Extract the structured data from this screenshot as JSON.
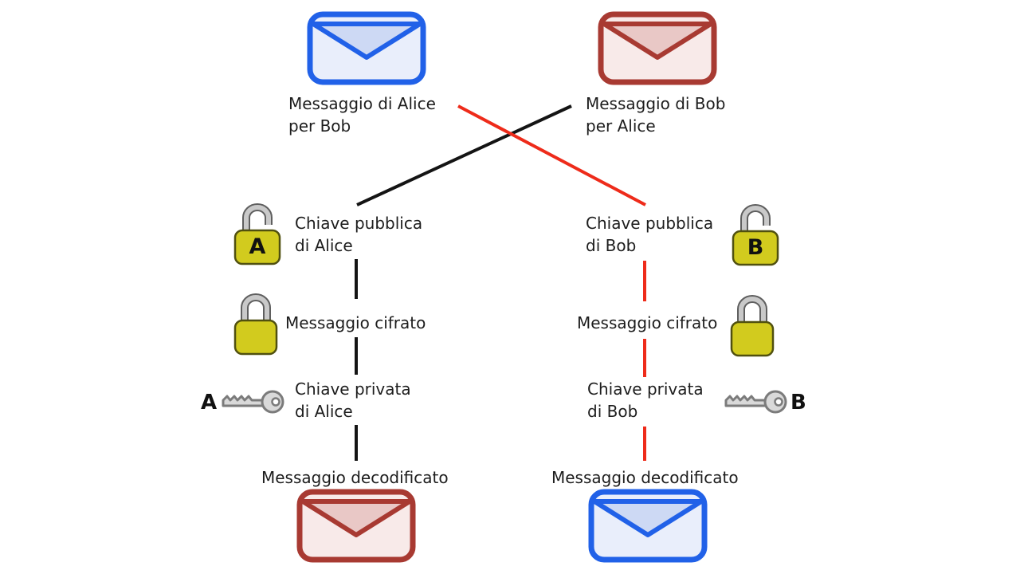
{
  "colors": {
    "blue_env_border": "#2161e8",
    "blue_env_flap": "#cdd9f4",
    "blue_env_body": "#e9eefb",
    "red_env_border": "#a83a32",
    "red_env_flap": "#e9c8c6",
    "red_env_body": "#f8eae9",
    "black_line": "#141414",
    "red_line": "#ee2b1a",
    "padlock_yellow": "#d2cb1e",
    "key_gray": "#d9d9d9"
  },
  "left_column": {
    "source": {
      "line1": "Messaggio di Alice",
      "line2": "per Bob"
    },
    "public_key": {
      "line1": "Chiave pubblica",
      "line2": "di Alice"
    },
    "padlock_letter": "A",
    "encrypted": "Messaggio cifrato",
    "private_key": {
      "line1": "Chiave privata",
      "line2": "di Alice"
    },
    "key_letter": "A",
    "decoded": "Messaggio decodificato"
  },
  "right_column": {
    "source": {
      "line1": "Messaggio di Bob",
      "line2": "per Alice"
    },
    "public_key": {
      "line1": "Chiave pubblica",
      "line2": "di Bob"
    },
    "padlock_letter": "B",
    "encrypted": "Messaggio cifrato",
    "private_key": {
      "line1": "Chiave privata",
      "line2": "di Bob"
    },
    "key_letter": "B",
    "decoded": "Messaggio decodificato"
  }
}
